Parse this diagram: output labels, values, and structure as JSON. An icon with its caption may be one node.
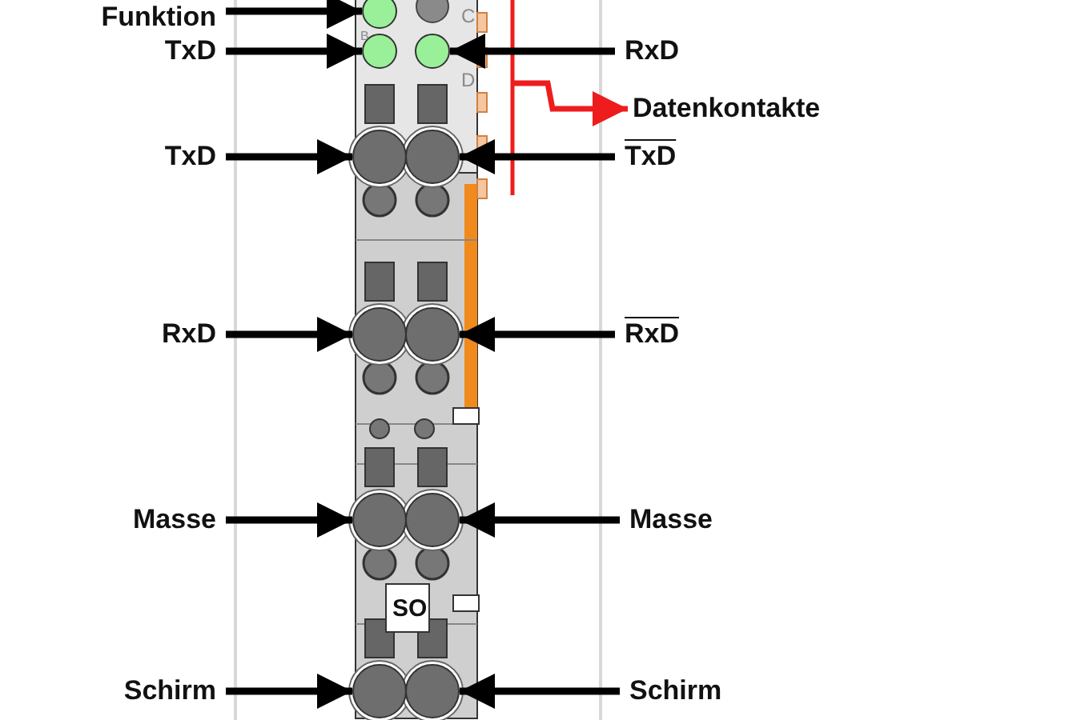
{
  "diagram": {
    "nodes": [
      {
        "text": [
          "Funktion"
        ]
      },
      {
        "text": [
          "TxD"
        ]
      },
      {
        "text": [
          "RxD"
        ]
      },
      {
        "text": [
          "Datenkontakte"
        ]
      },
      {
        "text": [
          "TxD"
        ]
      },
      {
        "text": [
          "TxD"
        ]
      },
      {
        "text": [
          "RxD"
        ]
      },
      {
        "text": [
          "RxD"
        ]
      },
      {
        "text": [
          "Masse"
        ]
      },
      {
        "text": [
          "Masse"
        ]
      },
      {
        "text": [
          "Schirm"
        ]
      },
      {
        "text": [
          "Schirm"
        ]
      },
      {
        "text": [],
        "shape": "circle"
      },
      {
        "text": [],
        "shape": "circle"
      },
      {
        "text": [],
        "shape": "circle"
      },
      {
        "text": [],
        "shape": "circle"
      },
      {
        "text": [],
        "shape": "circle"
      },
      {
        "text": [],
        "shape": "circle"
      },
      {
        "text": [],
        "shape": "circle"
      },
      {
        "text": [],
        "shape": "circle"
      },
      {
        "text": [],
        "shape": "circle"
      },
      {
        "text": [],
        "shape": "circle"
      },
      {
        "text": [],
        "shape": "circle"
      }
    ],
    "edges": [
      {
        "from": 0,
        "to": 12,
        "arrow": "to"
      },
      {
        "from": 1,
        "to": 13,
        "arrow": "to"
      },
      {
        "from": 2,
        "to": 14,
        "arrow": "to"
      },
      {
        "from": null,
        "to": 3,
        "arrow": "to",
        "color": "#ee1c1c"
      },
      {
        "from": 4,
        "to": 15,
        "arrow": "to"
      },
      {
        "from": 5,
        "to": 16,
        "arrow": "to"
      },
      {
        "from": 6,
        "to": 17,
        "arrow": "to"
      },
      {
        "from": 7,
        "to": 18,
        "arrow": "to"
      },
      {
        "from": 8,
        "to": 19,
        "arrow": "to"
      },
      {
        "from": 9,
        "to": 20,
        "arrow": "to"
      },
      {
        "from": 10,
        "to": 21,
        "arrow": "to"
      },
      {
        "from": 11,
        "to": 22,
        "arrow": "to"
      }
    ],
    "labels": [
      "C",
      "B",
      "D",
      "SO"
    ]
  }
}
